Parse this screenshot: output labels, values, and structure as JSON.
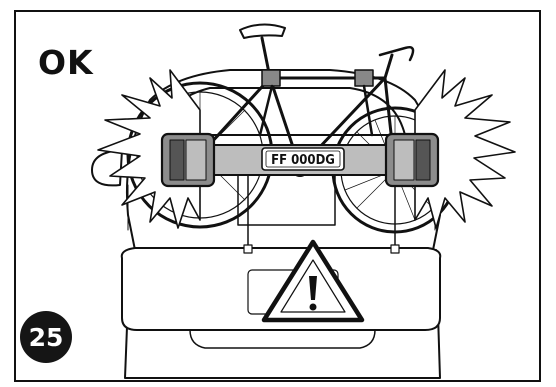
{
  "label": "OK",
  "step_number": "25",
  "license_plate": "FF 000DG",
  "icons": [
    "warning-triangle-icon",
    "burst-left-icon",
    "burst-right-icon"
  ],
  "colors": {
    "line": "#111111",
    "light_gray": "#bdbdbd",
    "mid_gray": "#8c8c8c",
    "dark_gray": "#555555",
    "badge": "#151515"
  }
}
